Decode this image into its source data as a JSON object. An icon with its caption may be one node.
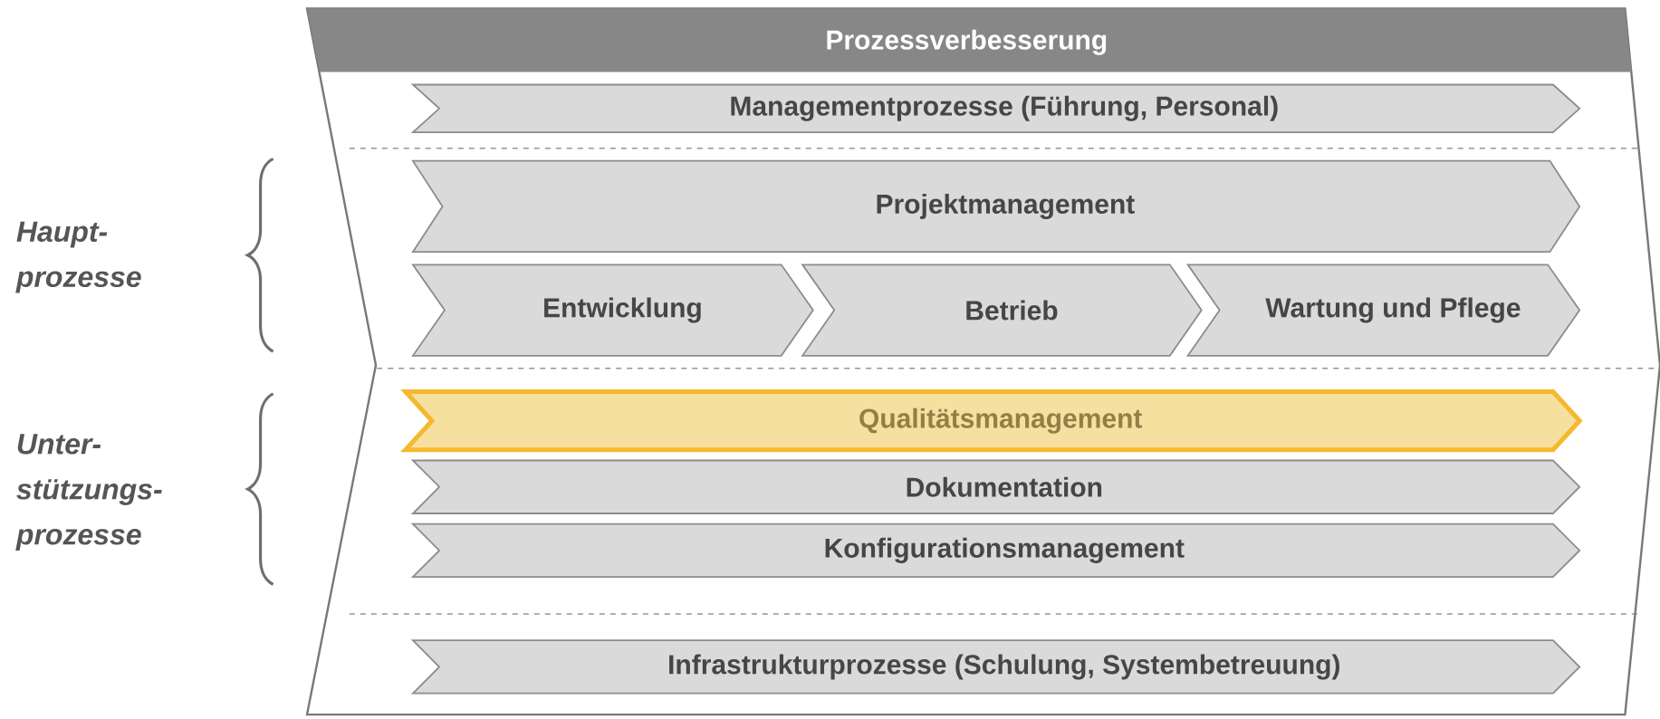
{
  "diagram": {
    "nodes": [
      {
        "text": [
          "Prozessverbesserung"
        ]
      },
      {
        "text": [
          "Managementprozesse (Führung, Personal)"
        ],
        "in": 0
      },
      {
        "text": [
          "Projektmanagement"
        ],
        "in": 0
      },
      {
        "text": [
          "Entwicklung"
        ],
        "in": 0
      },
      {
        "text": [
          "Betrieb"
        ],
        "in": 0
      },
      {
        "text": [
          "Wartung und Pflege"
        ],
        "in": 0
      },
      {
        "text": [
          "Qualitätsmanagement"
        ],
        "in": 0
      },
      {
        "text": [
          "Dokumentation"
        ],
        "in": 0
      },
      {
        "text": [
          "Konfigurationsmanagement"
        ],
        "in": 0
      },
      {
        "text": [
          "Infrastrukturprozesse (Schulung, Systembetreuung)"
        ],
        "in": 0
      }
    ],
    "labels": [
      "Haupt- prozesse",
      "Unter- stützungs- prozesse"
    ]
  }
}
